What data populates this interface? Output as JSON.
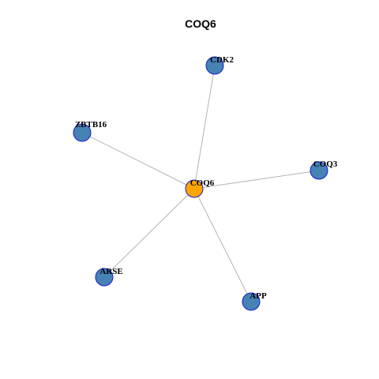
{
  "title": "COQ6",
  "center": {
    "label": "COQ6",
    "color": "#FFA500"
  },
  "neighbors": [
    {
      "label": "CDK2"
    },
    {
      "label": "ZBTB16"
    },
    {
      "label": "COQ3"
    },
    {
      "label": "ARSE"
    },
    {
      "label": "APP"
    }
  ],
  "colors": {
    "neighbor_fill": "#4682B4",
    "node_stroke": "#1a1ad0",
    "edge": "#b3b3b3"
  }
}
